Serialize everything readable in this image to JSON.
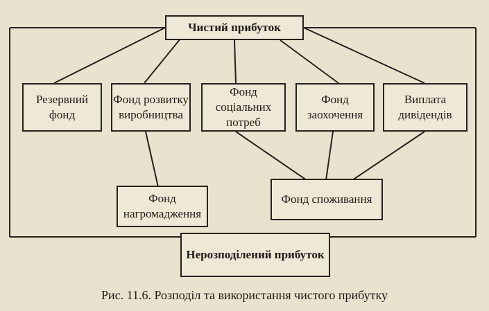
{
  "diagram": {
    "root": "Чистий прибуток",
    "funds": [
      "Резервний фонд",
      "Фонд розвитку виробництва",
      "Фонд соціальних потреб",
      "Фонд заохочення",
      "Виплата дивідендів"
    ],
    "accumulation": "Фонд нагромадження",
    "consumption": "Фонд споживання",
    "retained": "Нерозподілений прибуток"
  },
  "caption": "Рис. 11.6. Розподіл та використання чистого прибутку"
}
